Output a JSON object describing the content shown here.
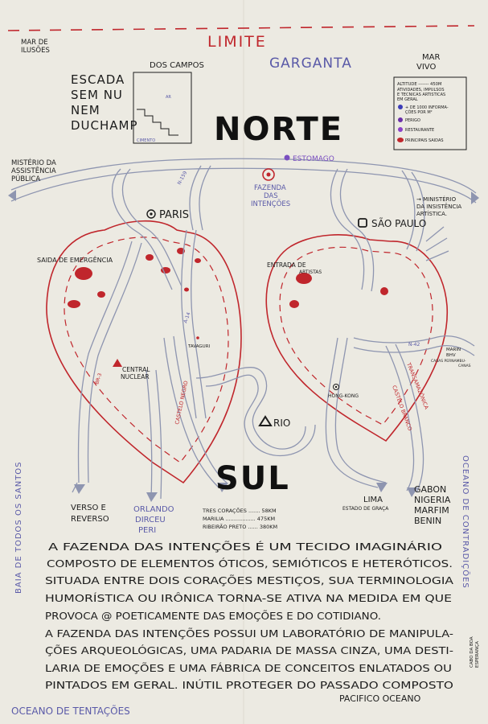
{
  "colors": {
    "cloth": "#ebe9e1",
    "ink": "#1c1c1c",
    "red": "#c0262c",
    "blue": "#5a5aa8",
    "purple": "#7a4fc0",
    "gray_road": "#8e95b0"
  },
  "top": {
    "limite": "LIMITE",
    "mar_de_ilusoes": [
      "MAR DE",
      "ILUSÕES"
    ],
    "dos_campos": "DOS CAMPOS",
    "garganta": "GARGANTA",
    "mar_vivo": [
      "MAR",
      "VIVO"
    ],
    "escada": [
      "ESCADA",
      "SEM NU",
      "NEM",
      "DUCHAMP"
    ],
    "stairs_ar": "AR",
    "stairs_cimento": "CIMENTO",
    "norte": "NORTE",
    "sul": "SUL"
  },
  "legend": {
    "altitude": "ALTITUDE ------- 450M",
    "lines": [
      "ATIVIDADES, IMPULSOS",
      "E TECNICAS ARTISTICAS",
      "EM GERAL"
    ],
    "items": [
      {
        "icon": "blue-dot-icon",
        "label": "+ DE 1000 INFORMA-",
        "label2": "ÇÕES POR M²"
      },
      {
        "icon": "purple-dot-icon",
        "label": "PERIGO"
      },
      {
        "icon": "violet-dot-icon",
        "label": "RESTAURANTE"
      },
      {
        "icon": "red-oval-icon",
        "label": "PRINCIPAIS SAIDAS"
      }
    ]
  },
  "places": {
    "misterio_assistencia_publica": [
      "MISTÉRIO DA",
      "ASSISTÊNCIA",
      "PÚBLICA"
    ],
    "ministerio_insistencia": [
      "→ MINISTÉRIO",
      "DA INSISTÊNCIA",
      "ARTÍSTICA."
    ],
    "estomago": "ESTOMAGO",
    "fazenda": [
      "FAZENDA",
      "DAS",
      "INTENÇÕES"
    ],
    "paris": "PARIS",
    "sao_paulo": "SÃO PAULO",
    "saida_emergencia": "SAIDA DE EMERGÊNCIA",
    "entrada_artistas": [
      "ENTRADA DE",
      "ARTISTAS"
    ],
    "tavaguri": "TAVAGURI",
    "central_nuclear": [
      "CENTRAL",
      "NUCLEAR"
    ],
    "hong_kong": "HONG-KONG",
    "marin": [
      "MARIN",
      "BHV",
      "CASAS PERNAMBU-",
      "CANAS"
    ],
    "rio": "RIO",
    "verso": [
      "VERSO E",
      "REVERSO"
    ],
    "orlando": [
      "ORLANDO",
      "DIRCEU",
      "PERI"
    ],
    "lima": [
      "LIMA",
      "ESTADO DE GRAÇA"
    ],
    "gabon": [
      "GABON",
      "NIGERIA",
      "MARFIM",
      "BENIN"
    ]
  },
  "roads": {
    "n159": "N-159",
    "a14": "A-14",
    "br3": "BR-3",
    "castelo_negro": "CASTELO NEGRO",
    "n42": "N-42",
    "transamazonica": "TRANSAMAZÔNICA",
    "castelo_branco": "CASTELO BRANCO"
  },
  "distances": [
    "TRES CORAÇÕES ....... 58KM",
    "MARILIA .................. 475KM",
    "RIBEIRÃO PRETO ...... 380KM"
  ],
  "margins": {
    "baia": "BAIA DE TODOS OS SANTOS",
    "oceano_contradicoes": "OCEANO DE CONTRADIÇÕES",
    "oceano_tentacoes": "OCEANO DE TENTAÇÕES",
    "cabo": [
      "CABO DA BOA",
      "ESPERANÇA"
    ],
    "pacifico": "PACIFICO OCEANO"
  },
  "text_block": [
    "A FAZENDA DAS INTENÇÕES É UM TECIDO IMAGINÁRIO",
    "COMPOSTO DE ELEMENTOS ÓTICOS, SEMIÓTICOS E HETERÓTICOS.",
    "SITUADA ENTRE DOIS CORAÇÕES MESTIÇOS, SUA TERMINOLOGIA",
    "HUMORÍSTICA OU IRÔNICA TORNA-SE ATIVA NA MEDIDA EM QUE",
    "PROVOCA @ POETICAMENTE DAS EMOÇÕES E DO COTIDIANO.",
    "A FAZENDA DAS INTENÇÕES POSSUI UM LABORATÓRIO DE MANIPULA-",
    "ÇÕES ARQUEOLÓGICAS, UMA PADARIA DE MASSA CINZA, UMA DESTI-",
    "LARIA DE EMOÇÕES E UMA FÁBRICA DE CONCEITOS ENLATADOS OU",
    "PINTADOS EM GERAL. INÚTIL PROTEGER DO PASSADO COMPOSTO"
  ]
}
